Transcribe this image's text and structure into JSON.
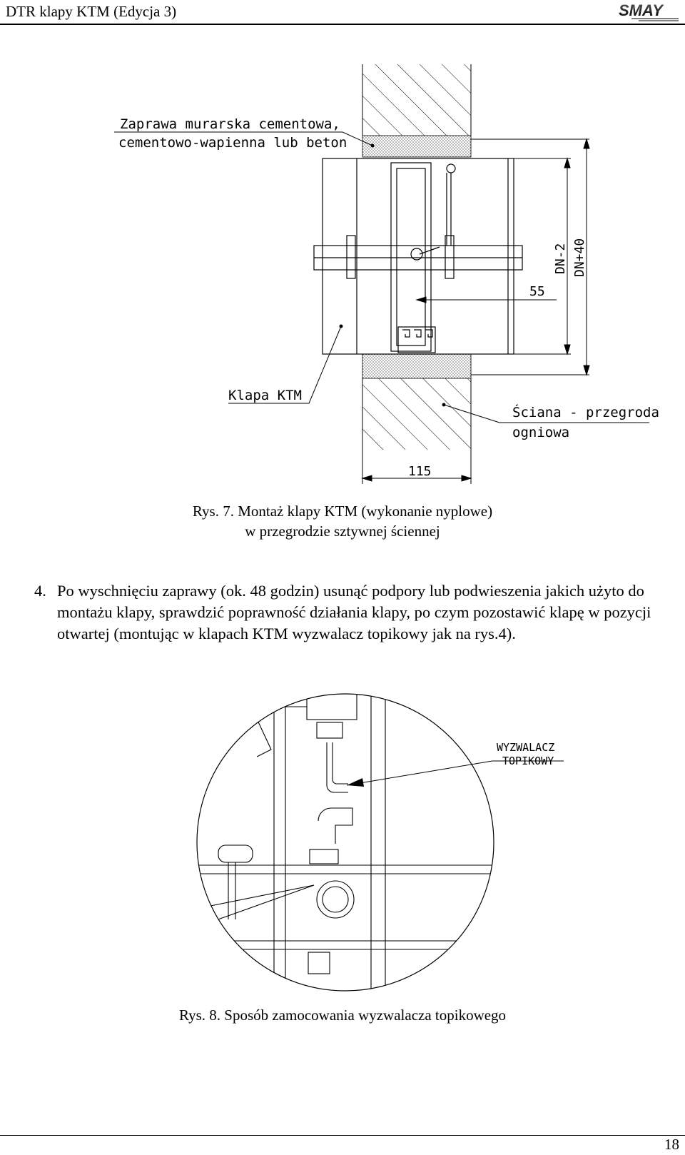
{
  "header": {
    "title": "DTR klapy KTM (Edycja 3)",
    "logo_text": "SMAY"
  },
  "figure7": {
    "labels": {
      "mortar_line1": "Zaprawa murarska cementowa,",
      "mortar_line2": "cementowo-wapienna lub beton",
      "damper": "Klapa KTM",
      "wall_line1": "Ściana - przegroda",
      "wall_line2": "ogniowa",
      "dim_55": "55",
      "dim_dn2": "DN-2",
      "dim_dn40": "DN+40",
      "dim_115": "115"
    },
    "caption_line1": "Rys. 7. Montaż klapy KTM (wykonanie nyplowe)",
    "caption_line2": "w przegrodzie sztywnej ściennej"
  },
  "paragraph": {
    "number": "4.",
    "text": "Po wyschnięciu zaprawy (ok. 48 godzin) usunąć podpory lub podwieszenia jakich użyto do montażu klapy, sprawdzić poprawność działania klapy, po czym pozostawić klapę w pozycji otwartej (montując w klapach KTM wyzwalacz topikowy jak na rys.4)."
  },
  "figure8": {
    "label_line1": "WYZWALACZ",
    "label_line2": "TOPIKOWY",
    "caption": "Rys. 8. Sposób zamocowania wyzwalacza topikowego"
  },
  "footer": {
    "page_number": "18"
  }
}
